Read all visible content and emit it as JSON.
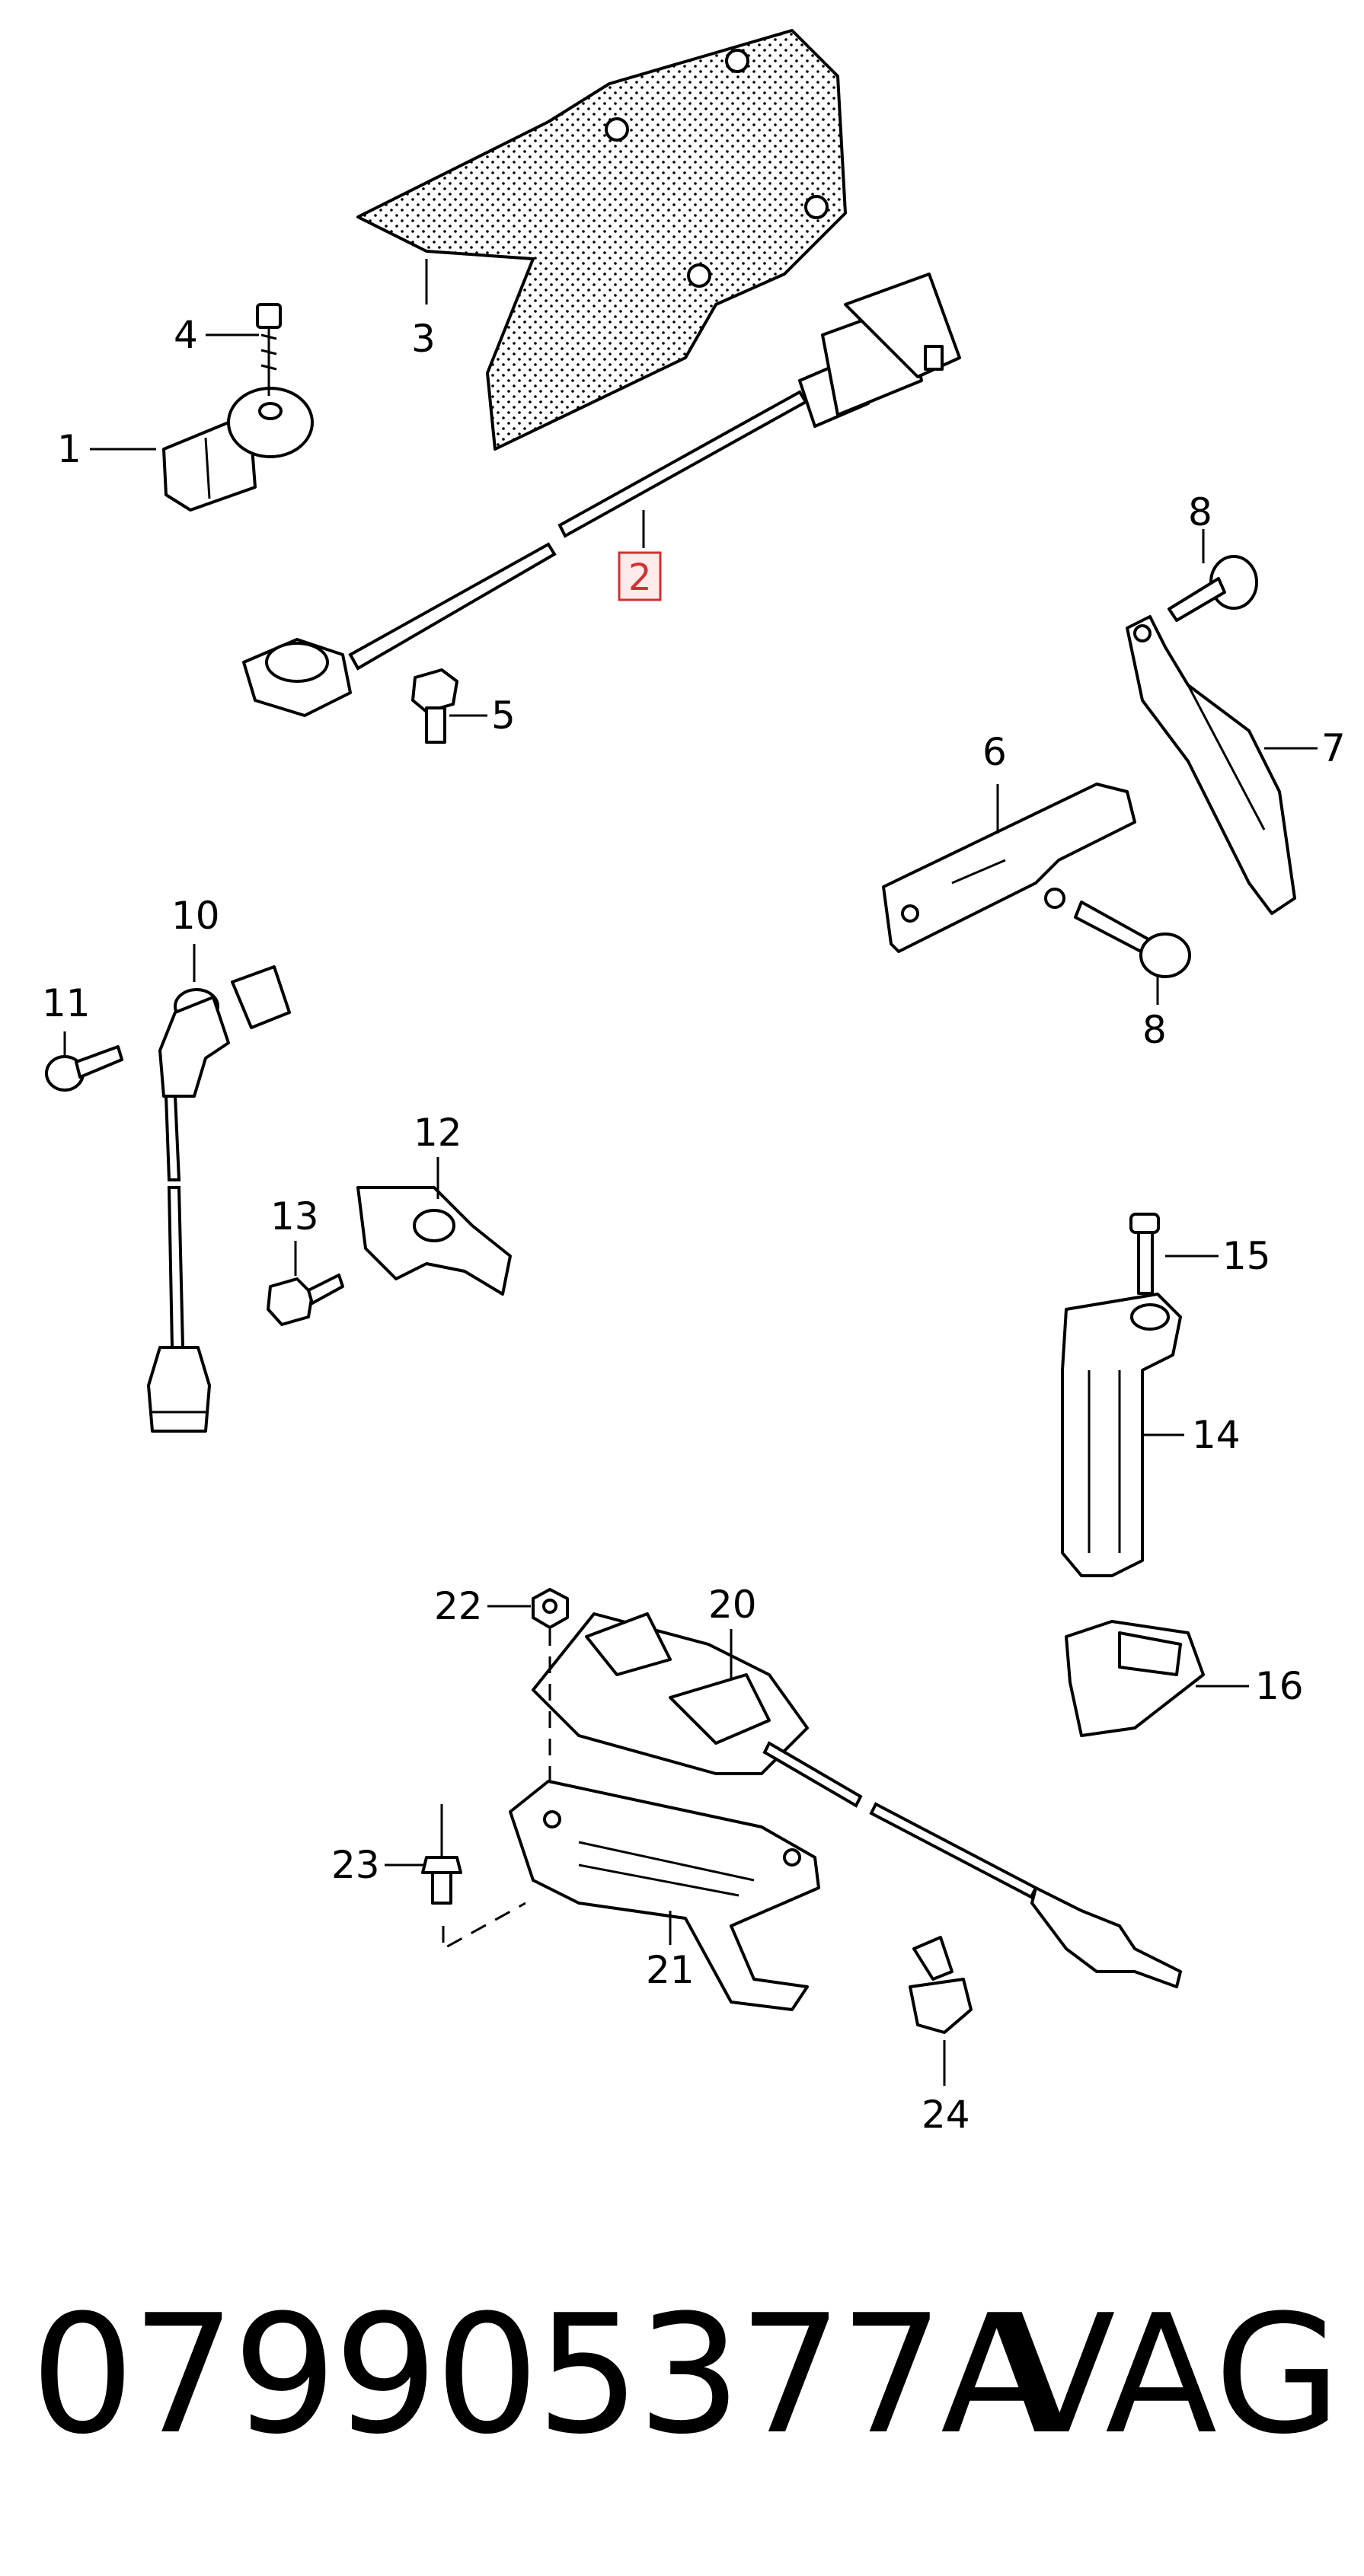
{
  "diagram": {
    "callouts": [
      {
        "id": "1",
        "label": "1"
      },
      {
        "id": "2",
        "label": "2",
        "highlighted": true
      },
      {
        "id": "3",
        "label": "3"
      },
      {
        "id": "4",
        "label": "4"
      },
      {
        "id": "5",
        "label": "5"
      },
      {
        "id": "6",
        "label": "6"
      },
      {
        "id": "7",
        "label": "7"
      },
      {
        "id": "8a",
        "label": "8"
      },
      {
        "id": "8b",
        "label": "8"
      },
      {
        "id": "10",
        "label": "10"
      },
      {
        "id": "11",
        "label": "11"
      },
      {
        "id": "12",
        "label": "12"
      },
      {
        "id": "13",
        "label": "13"
      },
      {
        "id": "14",
        "label": "14"
      },
      {
        "id": "15",
        "label": "15"
      },
      {
        "id": "16",
        "label": "16"
      },
      {
        "id": "20",
        "label": "20"
      },
      {
        "id": "21",
        "label": "21"
      },
      {
        "id": "22",
        "label": "22"
      },
      {
        "id": "23",
        "label": "23"
      },
      {
        "id": "24",
        "label": "24"
      }
    ],
    "highlight_color": "#cc3333"
  },
  "footer": {
    "part_number": "079905377A",
    "brand": "VAG"
  }
}
